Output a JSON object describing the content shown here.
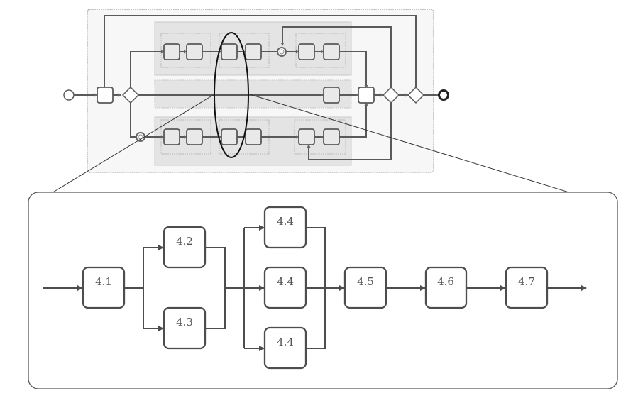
{
  "overview": {
    "description": "BPMN-style process overview with three parallel lanes; ellipse highlights the section zoomed below",
    "colors": {
      "line": "#555555",
      "lane_fill": "#e6e6e6",
      "frame": "#9a9a9a"
    }
  },
  "detail": {
    "tasks": [
      {
        "id": "t41",
        "label": "4.1"
      },
      {
        "id": "t42",
        "label": "4.2"
      },
      {
        "id": "t43",
        "label": "4.3"
      },
      {
        "id": "t44a",
        "label": "4.4"
      },
      {
        "id": "t44b",
        "label": "4.4"
      },
      {
        "id": "t44c",
        "label": "4.4"
      },
      {
        "id": "t45",
        "label": "4.5"
      },
      {
        "id": "t46",
        "label": "4.6"
      },
      {
        "id": "t47",
        "label": "4.7"
      }
    ],
    "colors": {
      "stroke": "#4d4d4d",
      "text": "#555555",
      "frame": "#555555"
    }
  }
}
